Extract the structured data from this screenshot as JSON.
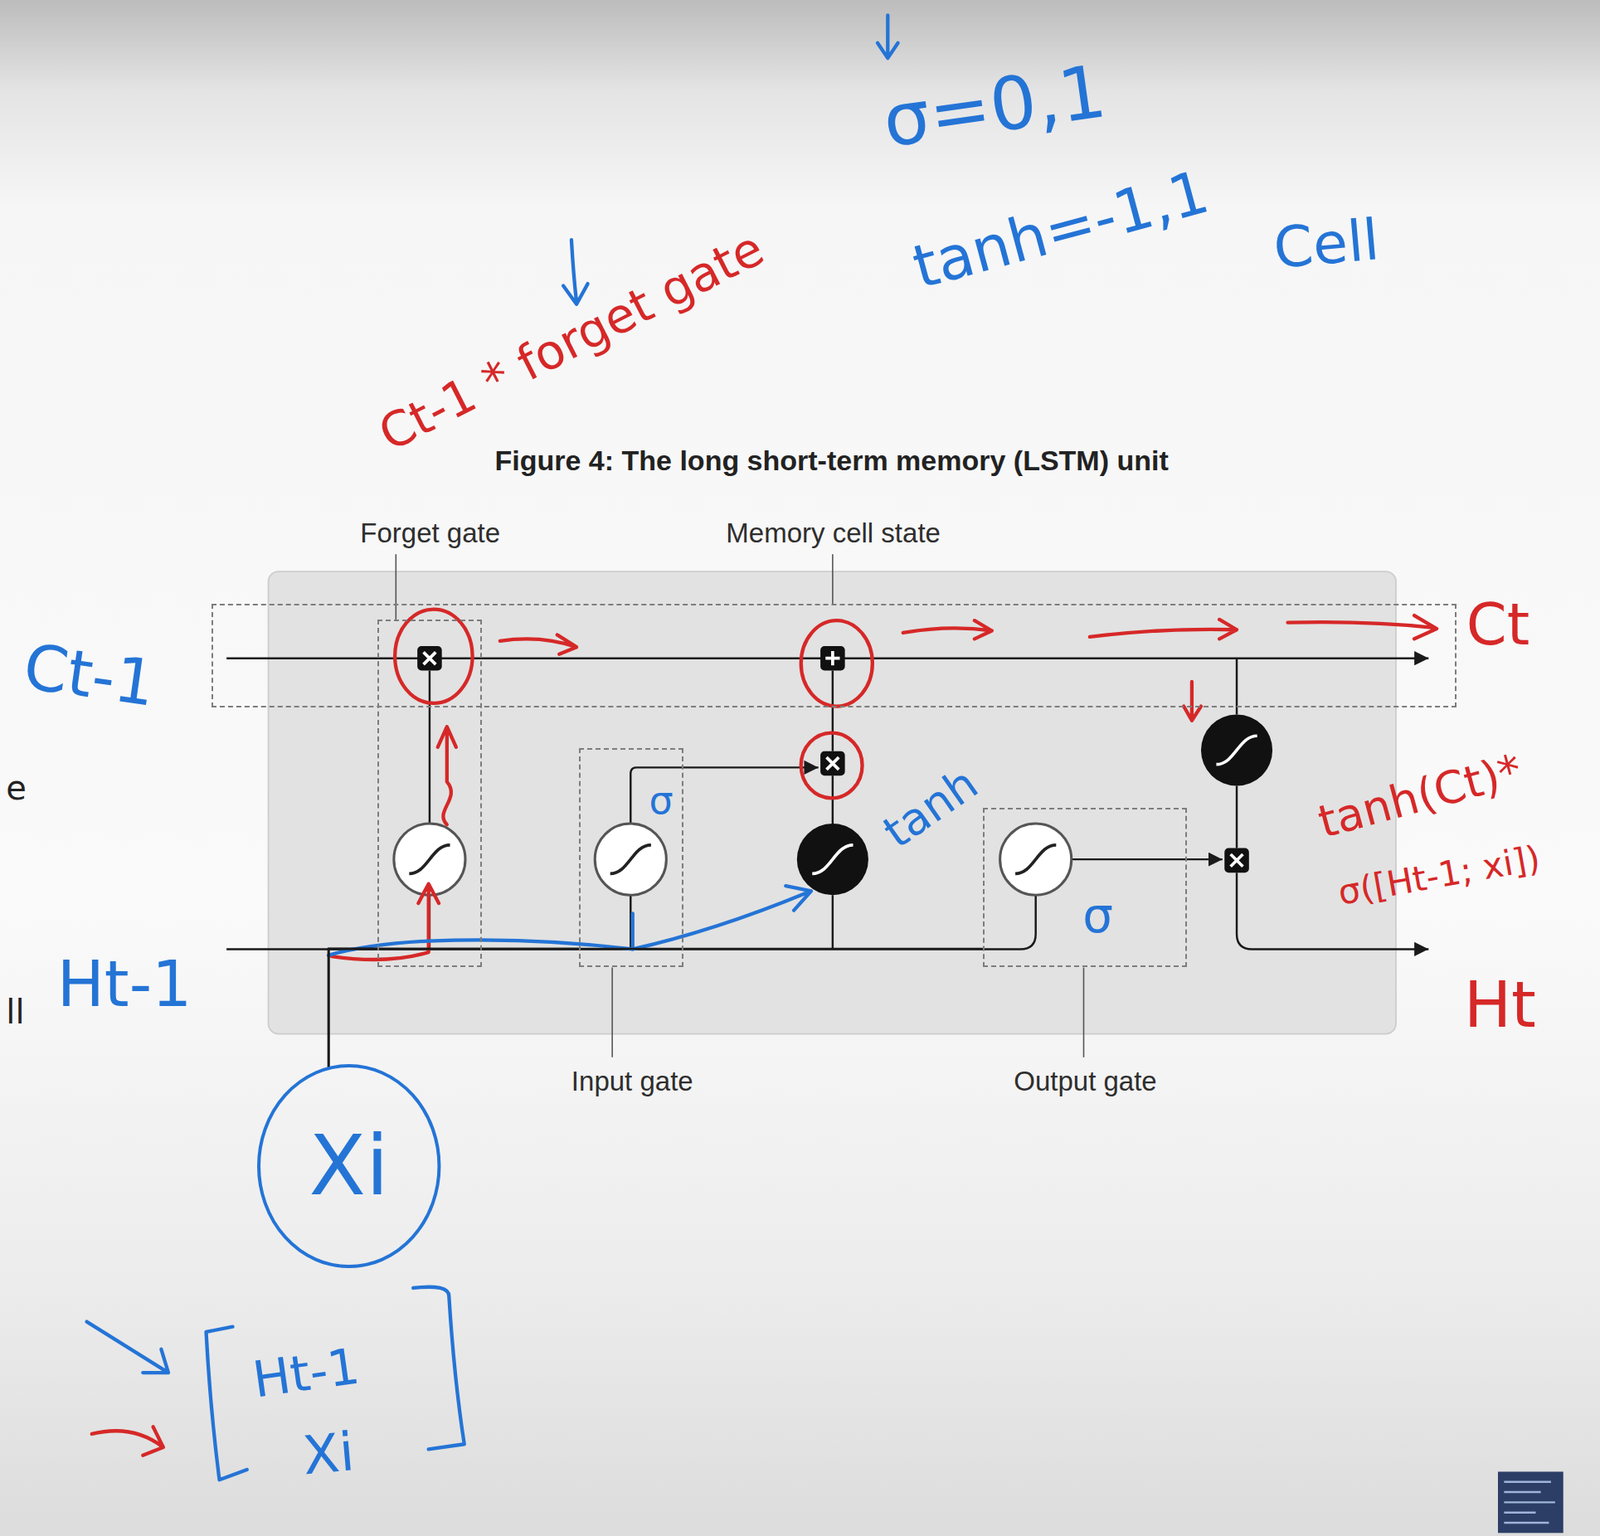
{
  "diagram": {
    "title": "Figure 4: The long short-term memory (LSTM) unit",
    "nodes": [
      {
        "text": [
          "Forget gate"
        ]
      },
      {
        "text": [
          "Memory cell state"
        ]
      },
      {
        "text": [
          "Input gate"
        ]
      },
      {
        "text": [
          "Output gate"
        ]
      },
      {
        "text": [
          "Xi"
        ]
      }
    ],
    "edges": [
      {
        "from": 4,
        "to": 0,
        "arrow": "none"
      },
      {
        "from": 4,
        "to": 2,
        "arrow": "none"
      },
      {
        "from": 4,
        "to": 3,
        "arrow": "none"
      }
    ],
    "labels": [
      "σ=0,1",
      "tanh=-1,1",
      "Cell",
      "Ct-1 * forget gate",
      "Ct-1",
      "e",
      "Ht-1",
      "ll",
      "Ct",
      "tanh",
      "σ",
      "σ",
      "tanh(Ct)*",
      "σ([Ht-1; xi])",
      "Ht",
      "Ht-1",
      "Xi"
    ]
  }
}
